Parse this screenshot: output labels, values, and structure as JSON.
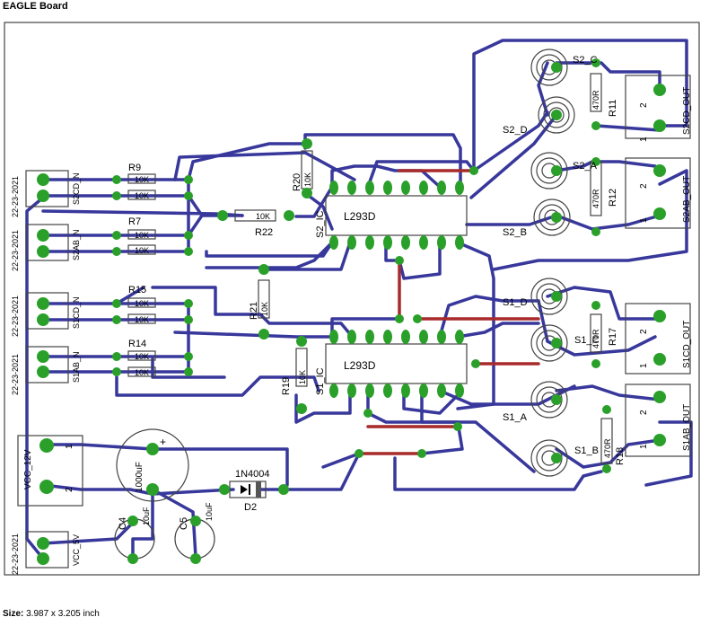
{
  "header": {
    "title": "EAGLE Board"
  },
  "footer": {
    "size_label": "Size:",
    "size_value": "3.987 x 3.205 inch"
  },
  "colors": {
    "trace_top": "#38389c",
    "trace_bottom": "#a82a2a",
    "pad": "#2aa02a",
    "outline": "#444444",
    "silk": "#000000"
  },
  "labels": {
    "r9": "R9",
    "r7": "R7",
    "r15": "R15",
    "r14": "R14",
    "r20": "R20",
    "r21": "R21",
    "r19": "R19",
    "r22": "R22",
    "r20_val": "10K",
    "r21_val": "10K",
    "r19_val": "10K",
    "r22_val": "10K",
    "r9_val_a": "10K",
    "r9_val_b": "10K",
    "r7_val_a": "10K",
    "r7_val_b": "10K",
    "r15_val_a": "10K",
    "r15_val_b": "10K",
    "r14_val_a": "10K",
    "r14_val_b": "10K",
    "ic_top": "L293D",
    "ic_bottom": "L293D",
    "s2_ic": "S2_IC",
    "s1_ic": "S1_IC",
    "s2cd_n": "S2CD_N",
    "s2ab_n": "S2AB_N",
    "s1cd_n": "S1CD_N",
    "s1ab_n": "S1AB_N",
    "date": "22-23-2021",
    "vcc_12v": "VCC_12V",
    "vcc_5v": "VCC_5V",
    "c_big": "1000uF",
    "c4": "C4",
    "c5": "C5",
    "c_small": "10uF",
    "diode": "1N4004",
    "d2": "D2",
    "s2_c": "S2_C",
    "s2_d": "S2_D",
    "s2_a": "S2_A",
    "s2_b": "S2_B",
    "s1_d": "S1_D",
    "s1_c": "S1_C",
    "s1_a": "S1_A",
    "s1_b": "S1_B",
    "r11": "R11",
    "r12": "R12",
    "r17": "R17",
    "r18": "R18",
    "r_470": "470R",
    "s2cd_out": "S2CD_OUT",
    "s2ab_out": "S2AB_OUT",
    "s1cd_out": "S1CD_OUT",
    "s1ab_out": "S1AB_OUT",
    "pin1": "1",
    "pin2": "2",
    "plus": "+"
  }
}
